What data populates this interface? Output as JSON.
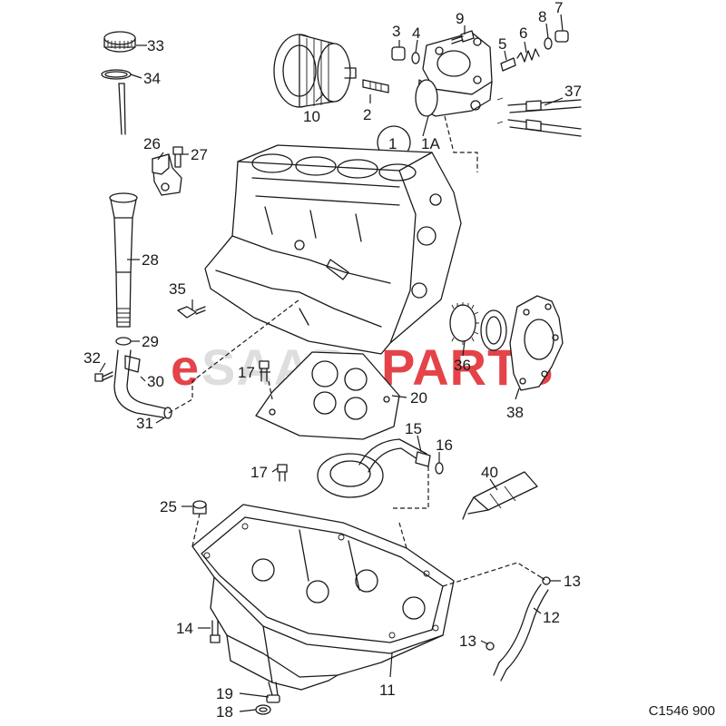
{
  "diagram": {
    "reference_code": "C1546 900",
    "watermark": {
      "text_prefix": "e",
      "text_middle": "SAAB",
      "text_suffix": "PARTS",
      "color_red": "#e0242a",
      "color_light": "#d9d9d9"
    },
    "callouts": {
      "c1": "1",
      "c1a": "1A",
      "c2": "2",
      "c3": "3",
      "c4": "4",
      "c5": "5",
      "c6": "6",
      "c7": "7",
      "c8": "8",
      "c9": "9",
      "c10": "10",
      "c11": "11",
      "c12": "12",
      "c13a": "13",
      "c13b": "13",
      "c14": "14",
      "c15": "15",
      "c16": "16",
      "c17a": "17",
      "c17b": "17",
      "c18": "18",
      "c19": "19",
      "c20": "20",
      "c25": "25",
      "c26": "26",
      "c27": "27",
      "c28": "28",
      "c29": "29",
      "c30": "30",
      "c31": "31",
      "c32": "32",
      "c33": "33",
      "c34": "34",
      "c35": "35",
      "c36": "36",
      "c37": "37",
      "c38": "38",
      "c40": "40"
    }
  }
}
